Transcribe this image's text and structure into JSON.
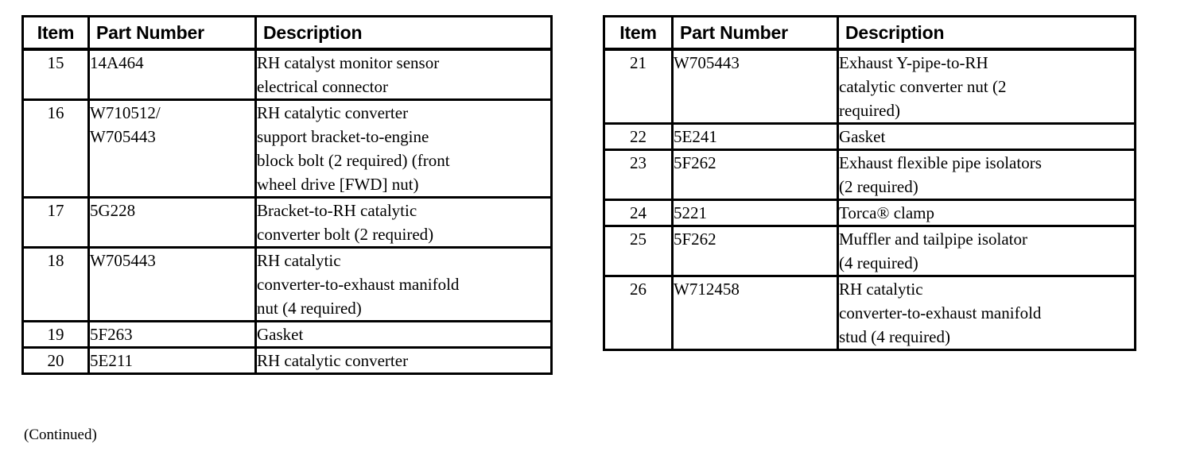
{
  "document": {
    "continued_note": "(Continued)"
  },
  "tables": [
    {
      "id": "left",
      "headers": {
        "item": "Item",
        "part_number": "Part Number",
        "description": "Description"
      },
      "rows": [
        {
          "item": "15",
          "part_number": [
            "14A464"
          ],
          "description": [
            "RH catalyst monitor sensor",
            "electrical connector"
          ]
        },
        {
          "item": "16",
          "part_number": [
            "W710512/",
            "W705443"
          ],
          "description": [
            "RH catalytic converter",
            "support bracket-to-engine",
            "block bolt (2 required) (front",
            "wheel drive [FWD] nut)"
          ]
        },
        {
          "item": "17",
          "part_number": [
            "5G228"
          ],
          "description": [
            "Bracket-to-RH catalytic",
            "converter bolt (2 required)"
          ]
        },
        {
          "item": "18",
          "part_number": [
            "W705443"
          ],
          "description": [
            "RH catalytic",
            "converter-to-exhaust manifold",
            "nut (4 required)"
          ]
        },
        {
          "item": "19",
          "part_number": [
            "5F263"
          ],
          "description": [
            "Gasket"
          ]
        },
        {
          "item": "20",
          "part_number": [
            "5E211"
          ],
          "description": [
            "RH catalytic converter"
          ]
        }
      ]
    },
    {
      "id": "right",
      "headers": {
        "item": "Item",
        "part_number": "Part Number",
        "description": "Description"
      },
      "rows": [
        {
          "item": "21",
          "part_number": [
            "W705443"
          ],
          "description": [
            "Exhaust Y-pipe-to-RH",
            "catalytic converter nut (2",
            "required)"
          ]
        },
        {
          "item": "22",
          "part_number": [
            "5E241"
          ],
          "description": [
            "Gasket"
          ]
        },
        {
          "item": "23",
          "part_number": [
            "5F262"
          ],
          "description": [
            "Exhaust flexible pipe isolators",
            "(2 required)"
          ]
        },
        {
          "item": "24",
          "part_number": [
            "5221"
          ],
          "description": [
            "Torca® clamp"
          ]
        },
        {
          "item": "25",
          "part_number": [
            "5F262"
          ],
          "description": [
            "Muffler and tailpipe isolator",
            "(4 required)"
          ]
        },
        {
          "item": "26",
          "part_number": [
            "W712458"
          ],
          "description": [
            "RH catalytic",
            "converter-to-exhaust manifold",
            "stud (4 required)"
          ]
        }
      ]
    }
  ]
}
